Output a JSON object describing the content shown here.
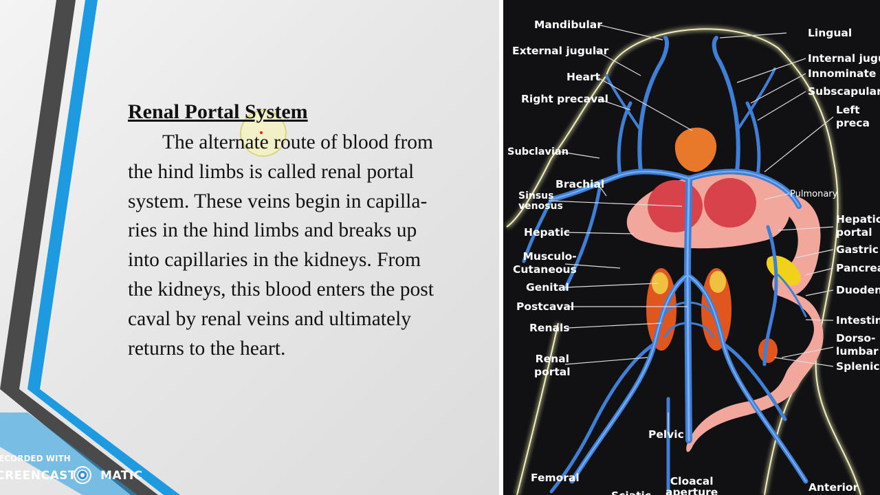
{
  "slide": {
    "heading": "Renal Portal System",
    "lines": [
      "The alternate route of blood from",
      "the hind limbs is called renal portal",
      "system. These veins begin in capilla-",
      "ries in the hind limbs and breaks up",
      "into capillaries in the kidneys. From",
      "the kidneys, this blood enters the post",
      "caval by renal veins and ultimately",
      "returns to the heart."
    ],
    "colors": {
      "accent_blue": "#1e9be0",
      "stripe_dark": "#4a4a4a",
      "background": "#e6e6e6"
    }
  },
  "watermark": {
    "line1": "ECORDED WITH",
    "line2a": "CREENCAST",
    "line2b": "MATIC",
    "logo_icon": "screencast-o-matic-logo-icon"
  },
  "diagram": {
    "labels_left": {
      "mandibular": "Mandibular",
      "external_jugular": "External jugular",
      "heart": "Heart",
      "right_precaval": "Right precaval",
      "subclavian": "Subclavian",
      "brachial": "Brachial",
      "sinus_venosus_1": "Sinsus",
      "sinus_venosus_2": "venosus",
      "hepatic": "Hepatic",
      "musculo_1": "Musculo-",
      "musculo_2": "Cutaneous",
      "genital": "Genital",
      "postcaval": "Postcaval",
      "renals": "Renals",
      "renal_portal_1": "Renal",
      "renal_portal_2": "portal",
      "femoral": "Femoral"
    },
    "labels_right": {
      "lingual": "Lingual",
      "internal_jugular": "Internal jugul",
      "innominate": "Innominate",
      "subscapular": "Subscapular",
      "left_precaval_1": "Left",
      "left_precaval_2": "preca",
      "pulmonary": "Pulmonary",
      "hepatic_portal_1": "Hepatic",
      "hepatic_portal_2": "portal",
      "gastric": "Gastric",
      "pancreatic": "Pancreat",
      "duodenal": "Duoden",
      "intestinal": "Intestina",
      "dorso_lumbar_1": "Dorso-",
      "dorso_lumbar_2": "lumbar",
      "splenic": "Splenic",
      "anterior": "Anterior"
    },
    "labels_bottom": {
      "pelvic": "Pelvic",
      "cloacal_1": "Cloacal",
      "cloacal_2": "aperture",
      "sciatic": "Sciatic"
    },
    "colors": {
      "vein": "#3f7fd6",
      "vein_highlight": "#8fc2ff",
      "organ_pink": "#f2a79c",
      "kidney": "#e0561f",
      "heart": "#e8792a",
      "pancreas": "#f0d21a",
      "outline_glow": "#e9e6a8"
    }
  }
}
